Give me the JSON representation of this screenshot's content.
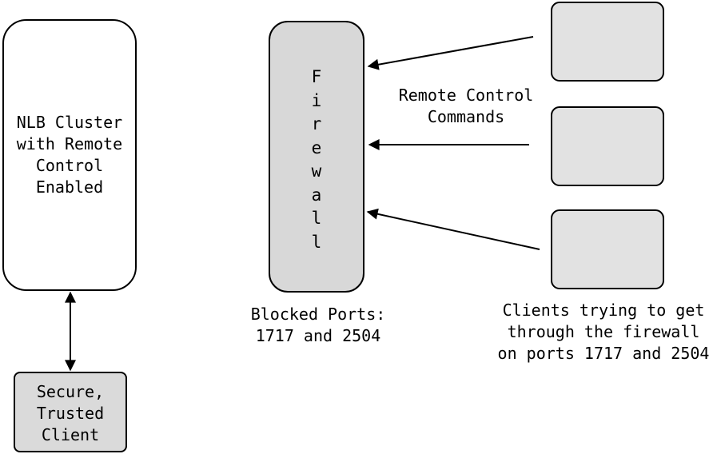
{
  "nlb_cluster": {
    "label": "NLB Cluster\nwith Remote\nControl\nEnabled"
  },
  "firewall": {
    "label": "F\ni\nr\ne\nw\na\nl\nl"
  },
  "remote_control": {
    "label": "Remote Control\nCommands"
  },
  "blocked_ports": {
    "label": "Blocked Ports:\n1717 and 2504"
  },
  "clients": {
    "label": "Clients trying to get\nthrough the firewall\non ports 1717 and 2504"
  },
  "trusted_client": {
    "label": "Secure,\nTrusted\nClient"
  },
  "colors": {
    "firewall_fill": "#d8d8d8",
    "client_fill": "#e2e2e2",
    "trusted_fill": "#dadada",
    "stroke": "#000000"
  }
}
